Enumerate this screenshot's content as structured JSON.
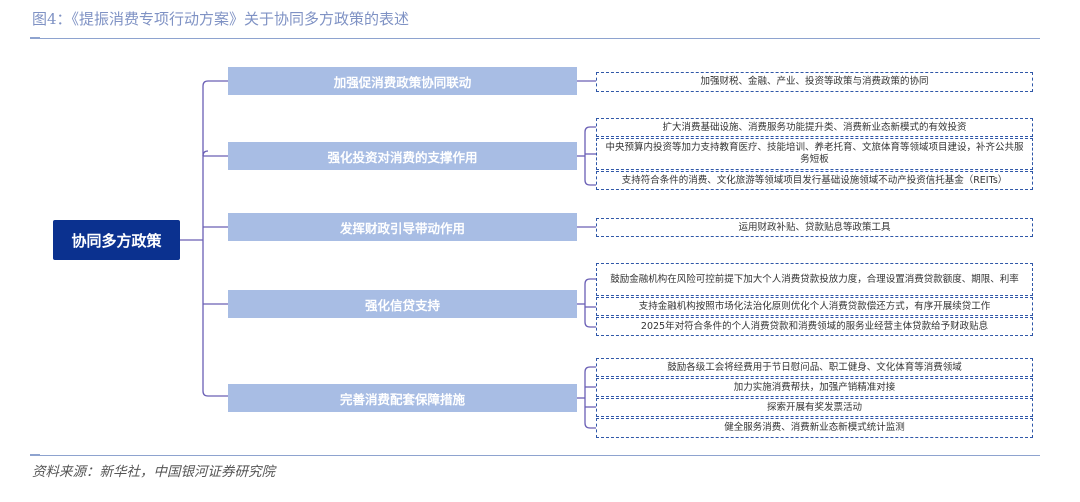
{
  "figure": {
    "title": "图4：《提振消费专项行动方案》关于协同多方政策的表述",
    "source": "资料来源：新华社，中国银河证券研究院"
  },
  "colors": {
    "root": "#0b318f",
    "branch": "#a8bde4",
    "connector": "#6a5fb5",
    "leaf_border": "#2f57a8",
    "title": "#7f92c4"
  },
  "root": {
    "label": "协同多方政策"
  },
  "branches": [
    {
      "label": "加强促消费政策协同联动",
      "items": [
        "加强财税、金融、产业、投资等政策与消费政策的协同"
      ]
    },
    {
      "label": "强化投资对消费的支撑作用",
      "items": [
        "扩大消费基础设施、消费服务功能提升类、消费新业态新模式的有效投资",
        "中央预算内投资等加力支持教育医疗、技能培训、养老托育、文旅体育等领域项目建设，补齐公共服务短板",
        "支持符合条件的消费、文化旅游等领域项目发行基础设施领域不动产投资信托基金（REITs）"
      ]
    },
    {
      "label": "发挥财政引导带动作用",
      "items": [
        "运用财政补贴、贷款贴息等政策工具"
      ]
    },
    {
      "label": "强化信贷支持",
      "items": [
        "鼓励金融机构在风险可控前提下加大个人消费贷款投放力度，合理设置消费贷款额度、期限、利率",
        "支持金融机构按照市场化法治化原则优化个人消费贷款偿还方式，有序开展续贷工作",
        "2025年对符合条件的个人消费贷款和消费领域的服务业经营主体贷款给予财政贴息"
      ]
    },
    {
      "label": "完善消费配套保障措施",
      "items": [
        "鼓励各级工会将经费用于节日慰问品、职工健身、文化体育等消费领域",
        "加力实施消费帮扶，加强产销精准对接",
        "探索开展有奖发票活动",
        "健全服务消费、消费新业态新模式统计监测"
      ]
    }
  ]
}
